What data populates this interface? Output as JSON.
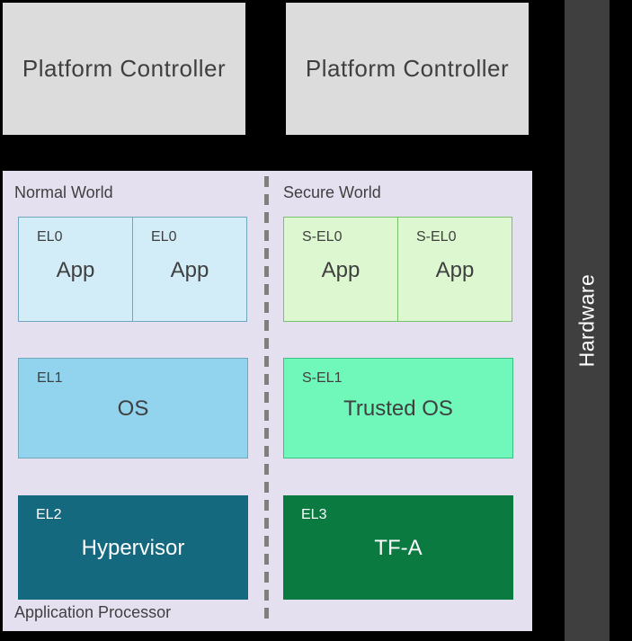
{
  "colors": {
    "pc-bg": "#dcdcdc",
    "hw-bg": "#3f3f3f",
    "ap-bg": "#e5e0f0",
    "el0-bg": "#d3edf8",
    "el0-border": "#6fa8bc",
    "el1-bg": "#92d4ee",
    "el1-border": "#6fa8bc",
    "el2-bg": "#15697f",
    "sel0-bg": "#ddf8d1",
    "sel0-border": "#79c06a",
    "sel1-bg": "#70f8ba",
    "sel1-border": "#3cbf82",
    "el3-bg": "#0a7a41",
    "dark-text": "#3f3f3f"
  },
  "platform_controllers": [
    {
      "label": "Platform Controller"
    },
    {
      "label": "Platform Controller"
    }
  ],
  "hardware": {
    "label": "Hardware"
  },
  "application_processor": {
    "label": "Application Processor",
    "normal_world": {
      "label": "Normal World",
      "apps": [
        {
          "level": "EL0",
          "name": "App"
        },
        {
          "level": "EL0",
          "name": "App"
        }
      ],
      "os": {
        "level": "EL1",
        "name": "OS"
      },
      "hypervisor": {
        "level": "EL2",
        "name": "Hypervisor"
      }
    },
    "secure_world": {
      "label": "Secure World",
      "apps": [
        {
          "level": "S-EL0",
          "name": "App"
        },
        {
          "level": "S-EL0",
          "name": "App"
        }
      ],
      "trusted_os": {
        "level": "S-EL1",
        "name": "Trusted OS"
      },
      "firmware": {
        "level": "EL3",
        "name": "TF-A"
      }
    }
  }
}
